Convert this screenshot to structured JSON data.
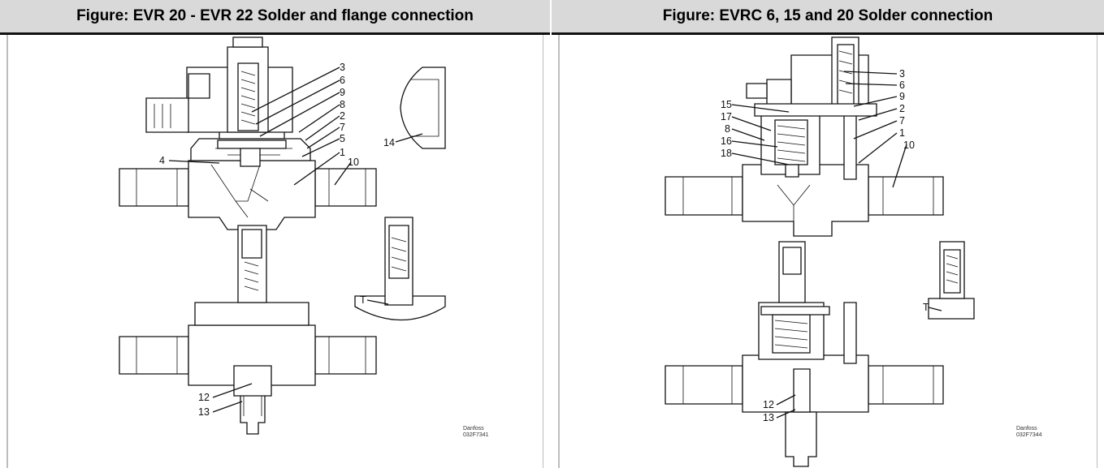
{
  "left_figure": {
    "title": "Figure: EVR 20 - EVR 22 Solder and flange connection",
    "part_labels": [
      "3",
      "6",
      "9",
      "8",
      "2",
      "7",
      "5",
      "4",
      "1",
      "10",
      "14",
      "12",
      "13",
      "T"
    ],
    "brand": "Danfoss",
    "code": "032F7341"
  },
  "right_figure": {
    "title": "Figure: EVRC 6, 15 and 20 Solder connection",
    "part_labels": [
      "3",
      "6",
      "15",
      "9",
      "17",
      "2",
      "8",
      "7",
      "16",
      "1",
      "18",
      "10",
      "12",
      "13",
      "T"
    ],
    "brand": "Danfoss",
    "code": "032F7344"
  }
}
